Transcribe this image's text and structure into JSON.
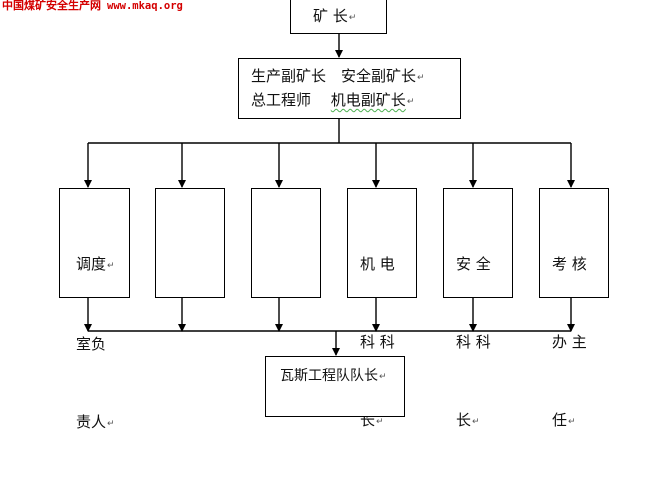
{
  "watermark": {
    "text": "中国煤矿安全生产网",
    "site": "www.mkaq.org"
  },
  "paragraph_mark": "↵",
  "top_box": {
    "label": "矿  长"
  },
  "second_box": {
    "line1_a": "生产副矿长",
    "line1_b": "安全副矿长",
    "line2_a": "总工程师",
    "line2_b": "机电副矿长"
  },
  "dept_boxes": [
    {
      "lines": [
        "调度",
        "室负",
        "责人"
      ]
    },
    {
      "lines": []
    },
    {
      "lines": []
    },
    {
      "lines": [
        "机 电",
        "科 科",
        "长"
      ]
    },
    {
      "lines": [
        "安 全",
        "科 科",
        "长"
      ]
    },
    {
      "lines": [
        "考 核",
        "办 主",
        "任"
      ]
    }
  ],
  "bottom_box": {
    "label": "瓦斯工程队队长"
  },
  "colors": {
    "line": "#000000",
    "watermark": "#d40000",
    "spell_check": "#4caf50"
  }
}
